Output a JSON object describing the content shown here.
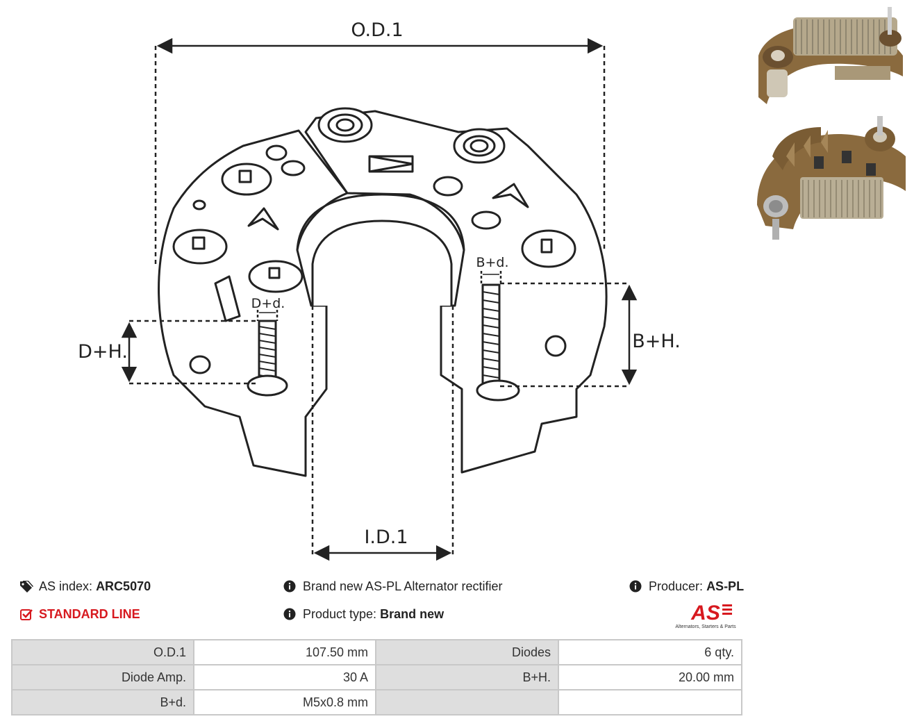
{
  "drawing": {
    "labels": {
      "od": "O.D.1",
      "id": "I.D.1",
      "dh": "D+H.",
      "dd": "D+d.",
      "bh": "B+H.",
      "bd": "B+d."
    }
  },
  "info": {
    "as_index_label": "AS index:",
    "as_index_value": "ARC5070",
    "line": "STANDARD LINE",
    "description": "Brand new AS-PL Alternator rectifier",
    "product_type_label": "Product type:",
    "product_type_value": "Brand new",
    "producer_label": "Producer:",
    "producer_value": "AS-PL",
    "logo_text": "AS",
    "logo_tagline": "Alternators, Starters & Parts"
  },
  "specs": [
    {
      "l1": "O.D.1",
      "v1": "107.50 mm",
      "l2": "Diodes",
      "v2": "6 qty."
    },
    {
      "l1": "Diode Amp.",
      "v1": "30 A",
      "l2": "B+H.",
      "v2": "20.00 mm"
    },
    {
      "l1": "B+d.",
      "v1": "M5x0.8 mm",
      "l2": "",
      "v2": ""
    }
  ],
  "colors": {
    "accent_red": "#d7191f",
    "table_label_bg": "#dedede",
    "table_border": "#c8c8c8",
    "photo_brown": "#8a6a3e"
  },
  "icons": {
    "tags": "tags-icon",
    "check": "check-square-icon",
    "info": "info-circle-icon"
  }
}
